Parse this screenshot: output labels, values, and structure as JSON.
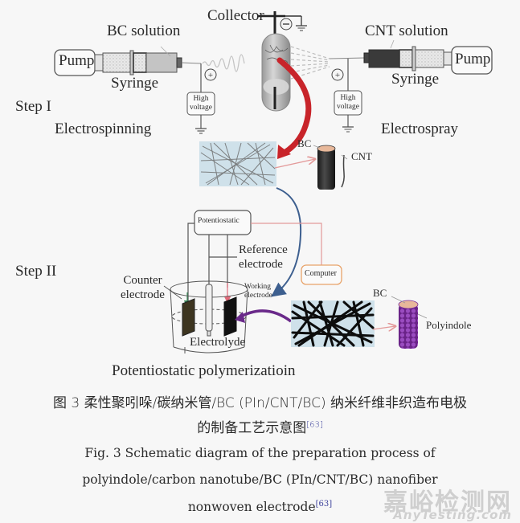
{
  "diagram": {
    "step1": {
      "label": "Step I",
      "collector_label": "Collector",
      "left": {
        "solution_label": "BC solution",
        "pump_label": "Pump",
        "syringe_label": "Syringe",
        "hv_line1": "High",
        "hv_line2": "voltage",
        "process_label": "Electrospinning"
      },
      "right": {
        "solution_label": "CNT solution",
        "pump_label": "Pump",
        "syringe_label": "Syringe",
        "hv_line1": "High",
        "hv_line2": "voltage",
        "process_label": "Electrospray"
      },
      "polarity_positive": "+",
      "polarity_negative": "−",
      "fiber_core_label": "BC",
      "fiber_shell_label": "CNT"
    },
    "step2": {
      "label": "Step II",
      "potentiostat_label": "Potentiostatic",
      "computer_label": "Computer",
      "reference_line1": "Reference",
      "reference_line2": "electrode",
      "counter_line1": "Counter",
      "counter_line2": "electrode",
      "working_line1": "Working",
      "working_line2": "electrode",
      "electrolyte_label": "Electrolyde",
      "process_label": "Potentiostatic polymerizatioin",
      "fiber_core_label": "BC",
      "fiber_shell_label": "Polyindole"
    },
    "colors": {
      "red_arrow": "#c8242a",
      "blue_arrow": "#3d5f8f",
      "purple_arrow": "#6a2a8a",
      "pink_line": "#e39a9a",
      "orange_box": "#e8a36a",
      "polyindole": "#7a2e9a"
    }
  },
  "caption": {
    "cn_line1": "图 3   柔性聚吲哚/碳纳米管/BC (PIn/CNT/BC) 纳米纤维非织造布电极",
    "cn_line2": "的制备工艺示意图",
    "cn_ref": "[63]",
    "en_line1": "Fig. 3    Schematic diagram of the preparation process of",
    "en_line2": "polyindole/carbon nanotube/BC (PIn/CNT/BC) nanofiber",
    "en_line3": "nonwoven electrode",
    "en_ref": "[63]"
  },
  "watermark": {
    "cn": "嘉峪检测网",
    "en": "AnyTesting.com"
  }
}
